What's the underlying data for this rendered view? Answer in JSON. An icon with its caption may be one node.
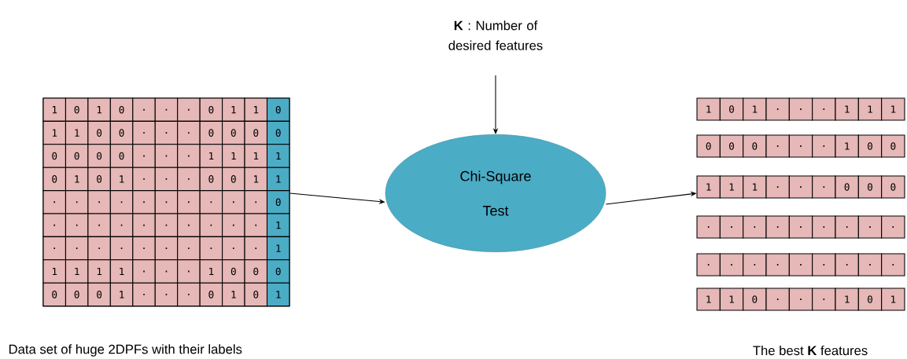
{
  "diagram": {
    "nodes": [
      {
        "text": [
          "**K** : Number of desired features"
        ]
      },
      {
        "text": [
          "Data set of huge 2DPFs with their labels"
        ]
      },
      {
        "text": [
          "Chi-Square Test"
        ]
      },
      {
        "text": [
          "The best **K** features"
        ]
      }
    ],
    "edges": [
      {
        "from": 1,
        "to": 2,
        "arrow": "to"
      },
      {
        "from": 0,
        "to": 2,
        "arrow": "to"
      },
      {
        "from": 2,
        "to": 3,
        "arrow": "to"
      }
    ],
    "labels": [
      "1",
      "0",
      "1",
      "0",
      ".",
      ".",
      ".",
      "0",
      "1",
      "1",
      "0",
      "1",
      "1",
      "0",
      "0",
      ".",
      ".",
      ".",
      "0",
      "0",
      "0",
      "0",
      "0",
      "0",
      "0",
      "0",
      ".",
      ".",
      ".",
      "1",
      "1",
      "1",
      "1",
      "0",
      "1",
      "0",
      "1",
      ".",
      ".",
      ".",
      "0",
      "0",
      "1",
      "1",
      ".",
      ".",
      ".",
      ".",
      ".",
      ".",
      ".",
      ".",
      ".",
      ".",
      "0",
      ".",
      ".",
      ".",
      ".",
      ".",
      ".",
      ".",
      ".",
      ".",
      ".",
      "1",
      ".",
      ".",
      ".",
      ".",
      ".",
      ".",
      ".",
      ".",
      ".",
      ".",
      "1",
      "1",
      "1",
      "1",
      "1",
      ".",
      ".",
      ".",
      "1",
      "0",
      "0",
      "0",
      "0",
      "0",
      "0",
      "1",
      ".",
      ".",
      ".",
      "0",
      "1",
      "0",
      "1",
      "1",
      "0",
      "1",
      ".",
      ".",
      ".",
      "1",
      "1",
      "1",
      "0",
      "0",
      "0",
      ".",
      ".",
      ".",
      "1",
      "0",
      "0",
      "1",
      "1",
      "1",
      ".",
      ".",
      ".",
      "0",
      "0",
      "0",
      ".",
      ".",
      ".",
      ".",
      ".",
      ".",
      ".",
      ".",
      ".",
      ".",
      ".",
      ".",
      ".",
      ".",
      ".",
      ".",
      ".",
      ".",
      "1",
      "1",
      "0",
      ".",
      ".",
      ".",
      "1",
      "0",
      "1"
    ]
  }
}
